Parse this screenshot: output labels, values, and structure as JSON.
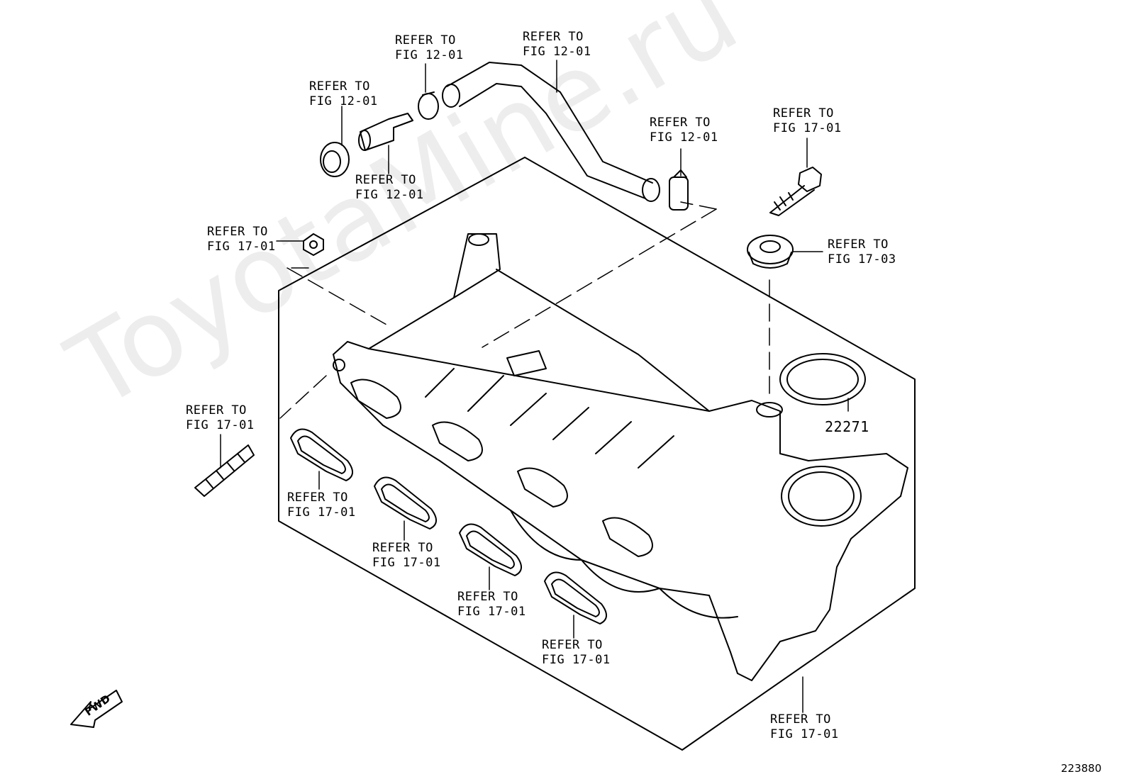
{
  "callouts": {
    "c1": {
      "line1": "REFER TO",
      "line2": "FIG 12-01"
    },
    "c2": {
      "line1": "REFER TO",
      "line2": "FIG 12-01"
    },
    "c3": {
      "line1": "REFER TO",
      "line2": "FIG 12-01"
    },
    "c4": {
      "line1": "REFER TO",
      "line2": "FIG 12-01"
    },
    "c5": {
      "line1": "REFER TO",
      "line2": "FIG 12-01"
    },
    "c6": {
      "line1": "REFER TO",
      "line2": "FIG 17-01"
    },
    "c7": {
      "line1": "REFER TO",
      "line2": "FIG 17-01"
    },
    "c8": {
      "line1": "REFER TO",
      "line2": "FIG 17-03"
    },
    "c9": {
      "line1": "REFER TO",
      "line2": "FIG 17-01"
    },
    "c10": {
      "line1": "REFER TO",
      "line2": "FIG 17-01"
    },
    "c11": {
      "line1": "REFER TO",
      "line2": "FIG 17-01"
    },
    "c12": {
      "line1": "REFER TO",
      "line2": "FIG 17-01"
    },
    "c13": {
      "line1": "REFER TO",
      "line2": "FIG 17-01"
    },
    "c14": {
      "line1": "REFER TO",
      "line2": "FIG 17-01"
    }
  },
  "part_number": "22271",
  "figure_number": "223880",
  "fwd_label": "FWD",
  "watermark": "ToyotaMine.ru"
}
